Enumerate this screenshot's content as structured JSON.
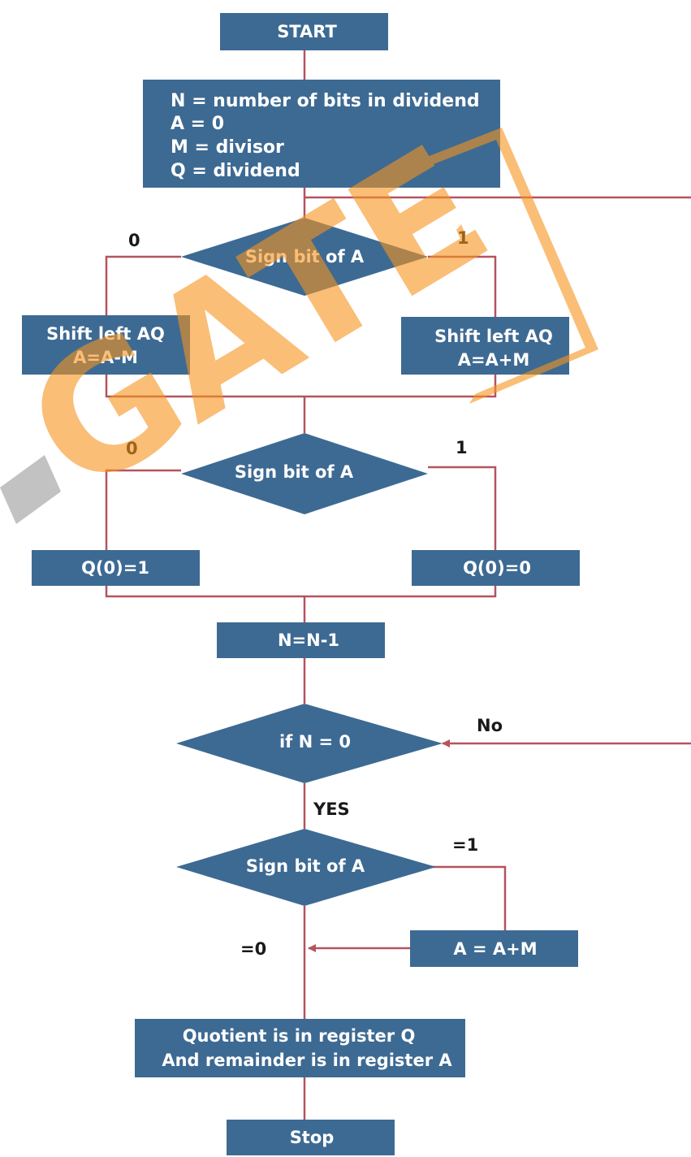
{
  "flowchart": {
    "start": "START",
    "init": {
      "lines": [
        "N = number of bits in dividend",
        "A = 0",
        "M = divisor",
        "Q = dividend"
      ]
    },
    "decision1": {
      "label": "Sign bit of A",
      "left_branch": "0",
      "right_branch": "1"
    },
    "shift_sub": [
      "Shift left AQ",
      "A=A-M"
    ],
    "shift_add": [
      "Shift left AQ",
      "A=A+M"
    ],
    "decision2": {
      "label": "Sign bit of A",
      "left_branch": "0",
      "right_branch": "1"
    },
    "set_q1": "Q(0)=1",
    "set_q0": "Q(0)=0",
    "decrement": "N=N-1",
    "decision3": {
      "label": "if N = 0",
      "no_label": "No",
      "yes_label": "YES"
    },
    "decision4": {
      "label": "Sign bit of A",
      "neg_label": "=1",
      "pos_label": "=0"
    },
    "restore": "A = A+M",
    "result": [
      "Quotient is in register Q",
      "And remainder is in register A"
    ],
    "stop": "Stop"
  },
  "watermark": {
    "text": "GATE",
    "color": "#f7941d"
  },
  "colors": {
    "box_fill": "#3d6a93",
    "connector": "#b5535e"
  }
}
